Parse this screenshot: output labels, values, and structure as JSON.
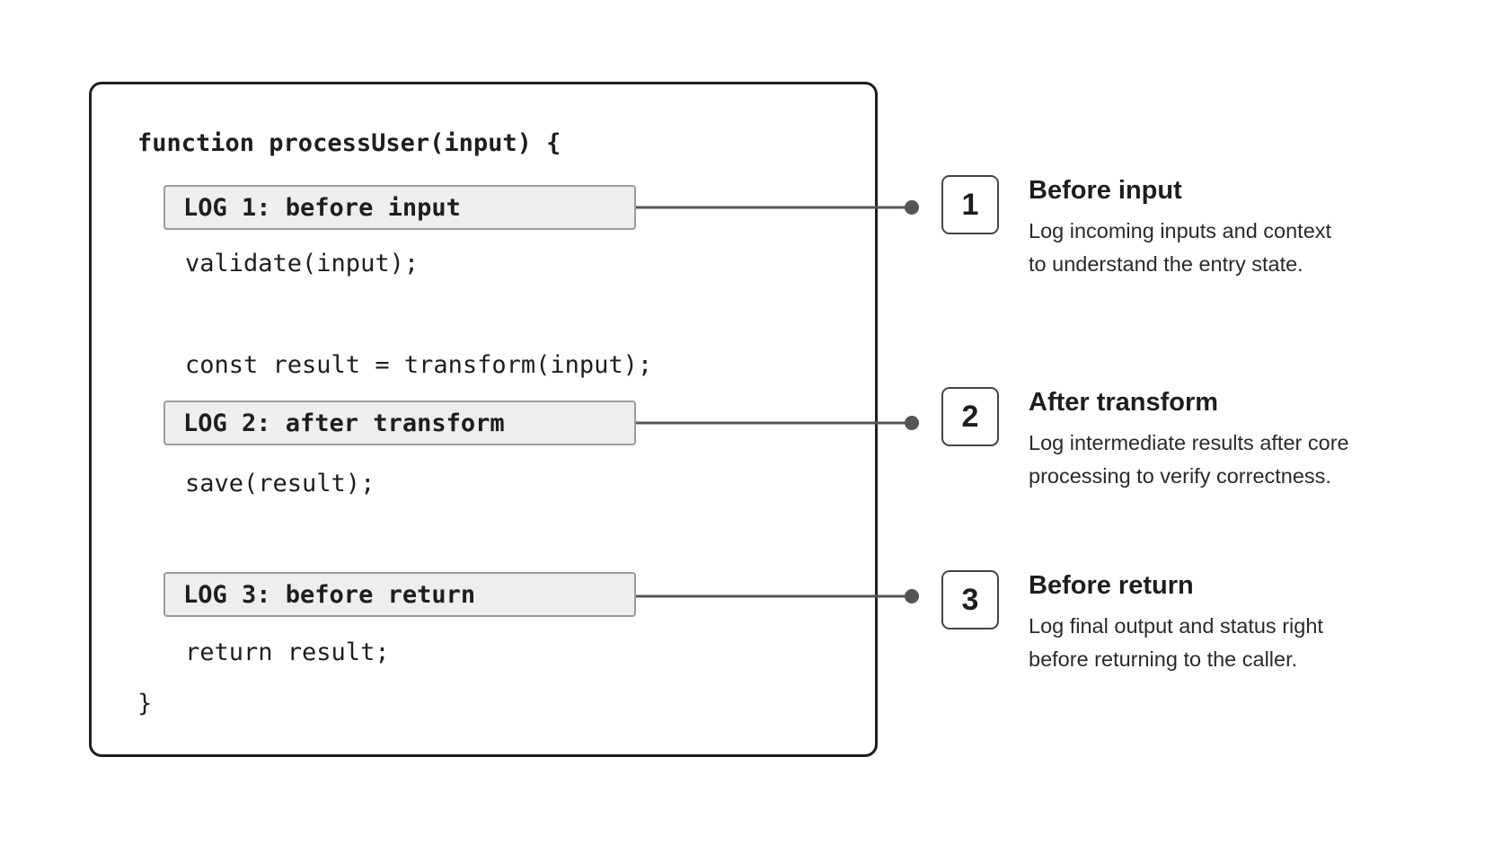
{
  "code": {
    "signature": "function processUser(input) {",
    "line_validate": "validate(input);",
    "line_transform": "const result = transform(input);",
    "line_save": "save(result);",
    "line_return": "return result;",
    "closing_brace": "}"
  },
  "logs": [
    {
      "label": "LOG 1: before input"
    },
    {
      "label": "LOG 2: after transform"
    },
    {
      "label": "LOG 3: before return"
    }
  ],
  "notes": [
    {
      "number": "1",
      "title": "Before input",
      "description": "Log incoming inputs and context\nto understand the entry state."
    },
    {
      "number": "2",
      "title": "After transform",
      "description": "Log intermediate results after core\nprocessing to verify correctness."
    },
    {
      "number": "3",
      "title": "Before return",
      "description": "Log final output and status right\nbefore returning to the caller."
    }
  ],
  "colors": {
    "panel_border": "#1e1e1e",
    "log_fill": "#eeeeee",
    "log_border": "#9c9c9c",
    "connector": "#555555"
  }
}
